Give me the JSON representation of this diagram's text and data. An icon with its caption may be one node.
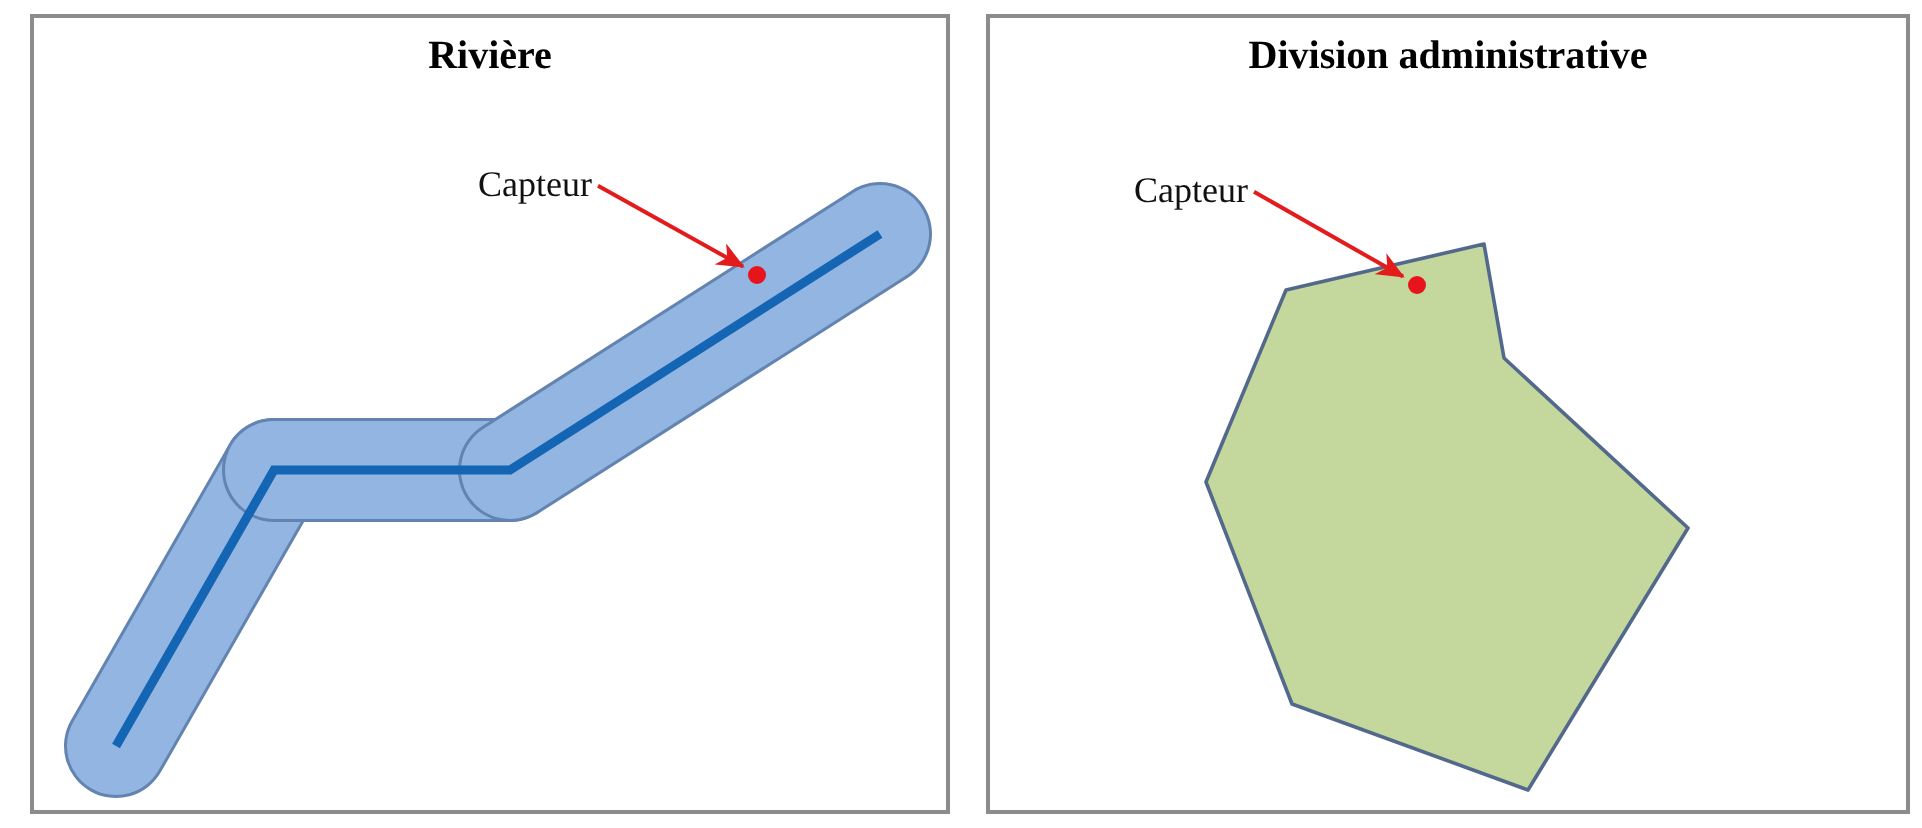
{
  "diagram": {
    "nodes": [
      {
        "text": [
          "Rivière"
        ]
      },
      {
        "text": [
          "Capteur"
        ],
        "in": 0
      },
      {
        "text": [],
        "shape": "circle",
        "in": 0
      },
      {
        "text": [
          "Division administrative"
        ]
      },
      {
        "text": [
          "Capteur"
        ],
        "in": 3
      },
      {
        "text": [],
        "shape": "circle",
        "in": 3
      }
    ],
    "edges": [
      {
        "from": 1,
        "to": 2,
        "arrow": "to"
      },
      {
        "from": 4,
        "to": 5,
        "arrow": "to"
      }
    ]
  }
}
